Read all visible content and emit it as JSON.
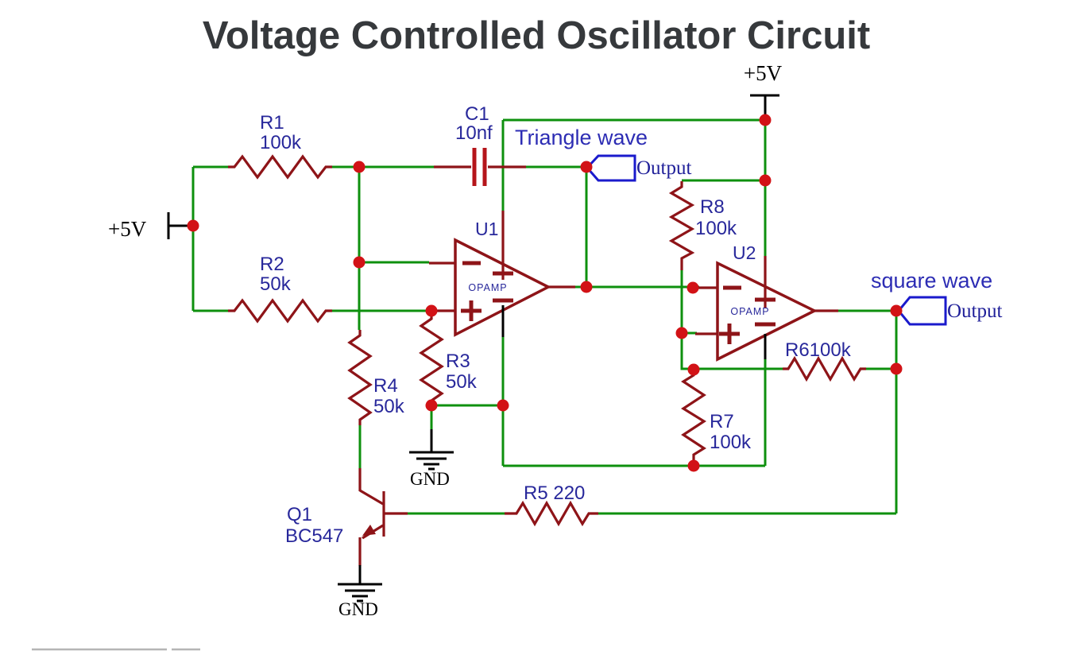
{
  "title": "Voltage Controlled Oscillator Circuit",
  "colors": {
    "wire_green": "#0e900e",
    "component_red": "#8e1418",
    "capacitor_plate_red": "#b5151a",
    "junction_red": "#d21216",
    "label_navy": "#28289b",
    "wave_caption_blue": "#2d2db4",
    "output_tag_blue": "#1a1acc",
    "title_gray": "#36393c",
    "black": "#000000"
  },
  "power": {
    "left": "+5V",
    "top_right": "+5V"
  },
  "grounds": {
    "gnd1": "GND",
    "gnd2": "GND"
  },
  "outputs": {
    "triangle": {
      "caption": "Triangle wave",
      "tag": "Output"
    },
    "square": {
      "caption": "square wave",
      "tag": "Output"
    }
  },
  "components": {
    "R1": {
      "ref": "R1",
      "value": "100k"
    },
    "R2": {
      "ref": "R2",
      "value": "50k"
    },
    "R3": {
      "ref": "R3",
      "value": "50k"
    },
    "R4": {
      "ref": "R4",
      "value": "50k"
    },
    "R5": {
      "label": "R5 220"
    },
    "R6": {
      "label": "R6100k"
    },
    "R7": {
      "ref": "R7",
      "value": "100k"
    },
    "R8": {
      "ref": "R8",
      "value": "100k"
    },
    "C1": {
      "ref": "C1",
      "value": "10nf"
    },
    "Q1": {
      "ref": "Q1",
      "value": "BC547"
    },
    "U1": {
      "ref": "U1",
      "type": "OPAMP"
    },
    "U2": {
      "ref": "U2",
      "type": "OPAMP"
    }
  }
}
